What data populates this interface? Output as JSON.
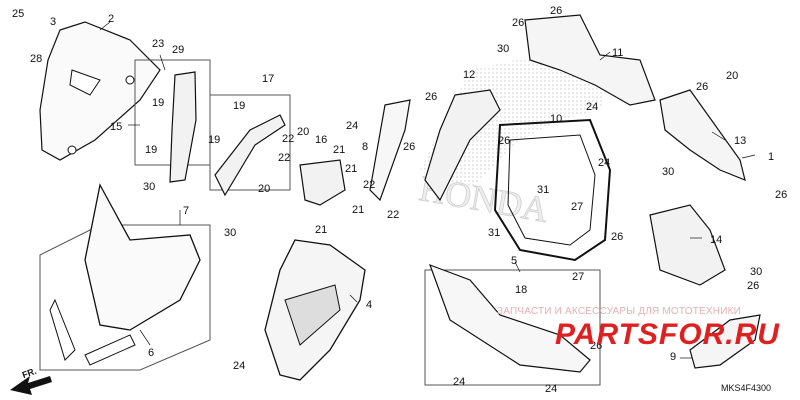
{
  "diagram": {
    "callouts": [
      "25",
      "3",
      "2",
      "28",
      "23",
      "29",
      "15",
      "19",
      "19",
      "17",
      "19",
      "19",
      "30",
      "7",
      "30",
      "6",
      "4",
      "22",
      "22",
      "20",
      "20",
      "16",
      "21",
      "21",
      "21",
      "22",
      "22",
      "21",
      "12",
      "26",
      "26",
      "24",
      "8",
      "26",
      "10",
      "26",
      "26",
      "30",
      "24",
      "11",
      "31",
      "31",
      "27",
      "27",
      "24",
      "26",
      "20",
      "13",
      "1",
      "30",
      "26",
      "14",
      "26",
      "30",
      "26",
      "5",
      "18",
      "24",
      "24",
      "24",
      "26",
      "9"
    ],
    "diagram_code": "MKS4F4300",
    "direction_label": "FR.",
    "watermark": {
      "caption": "ЗАПЧАСТИ И АКСЕССУАРЫ ДЛЯ МОТОТЕХНИКИ",
      "logo": "PARTSFOR.RU"
    }
  }
}
